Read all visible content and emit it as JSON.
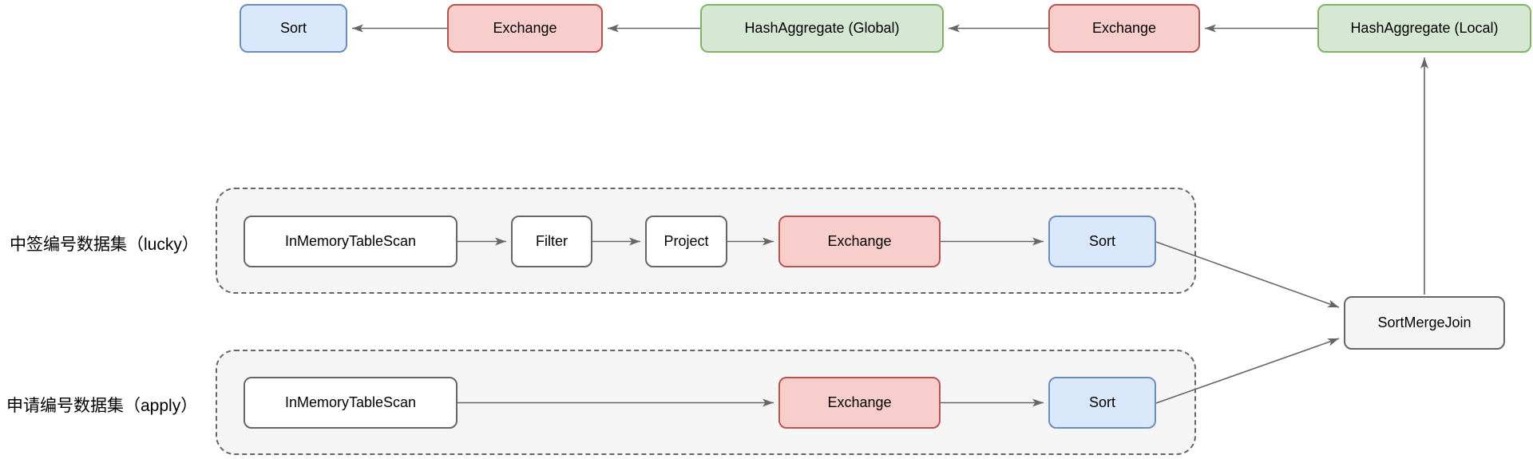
{
  "diagram": {
    "top_row": {
      "sort": "Sort",
      "exchange_1": "Exchange",
      "hashaggregate_global": "HashAggregate (Global)",
      "exchange_2": "Exchange",
      "hashaggregate_local": "HashAggregate (Local)"
    },
    "lucky_group": {
      "label": "中签编号数据集（lucky）",
      "in_memory_table_scan": "InMemoryTableScan",
      "filter": "Filter",
      "project": "Project",
      "exchange": "Exchange",
      "sort": "Sort"
    },
    "apply_group": {
      "label": "申请编号数据集（apply）",
      "in_memory_table_scan": "InMemoryTableScan",
      "exchange": "Exchange",
      "sort": "Sort"
    },
    "join_node": "SortMergeJoin",
    "colors": {
      "canvas_bg": "#ffffff",
      "text_color": "#000000",
      "edge_color": "#666666",
      "group_fill": "#f5f5f5",
      "group_stroke": "#666666",
      "node_blue_fill": "#dae8fc",
      "node_blue_stroke": "#6c8ebf",
      "node_red_fill": "#f8cecc",
      "node_red_stroke": "#b85450",
      "node_green_fill": "#d5e8d4",
      "node_green_stroke": "#82b366",
      "node_white_fill": "#ffffff",
      "node_gray_fill": "#f5f5f5",
      "node_gray_stroke": "#666666"
    }
  }
}
